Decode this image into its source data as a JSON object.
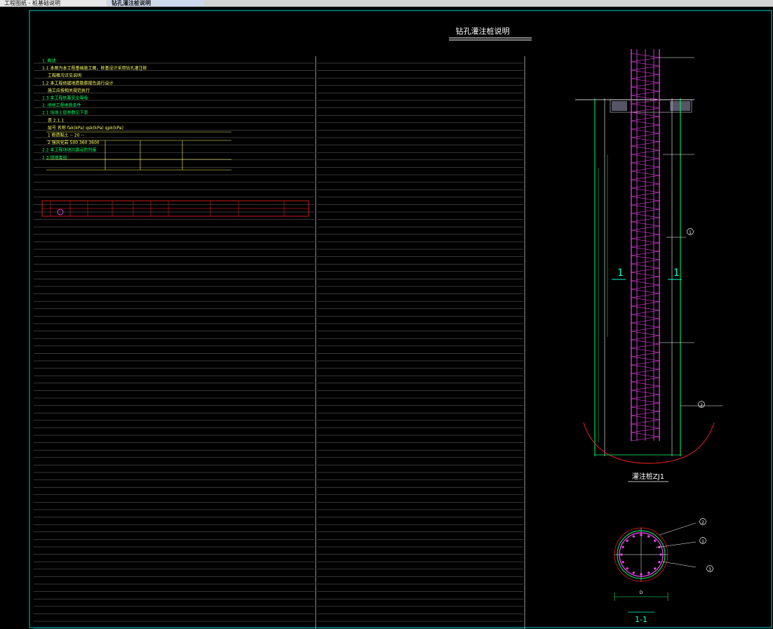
{
  "tabs": [
    {
      "label": "工程图纸 - 桩基础说明"
    },
    {
      "label": "钻孔灌注桩说明"
    }
  ],
  "drawing": {
    "title": "钻孔灌注桩说明",
    "sections": [
      {
        "color": "#00ff66",
        "text": "1. 概述"
      },
      {
        "color": "#ffff66",
        "text": "1.1 本图为本工程基础施工图，桩基设计采用钻孔灌注桩"
      },
      {
        "color": "#ffff66",
        "text": "工程概况详见说明"
      },
      {
        "color": "#ffff66",
        "text": "1.2 本工程依据地质勘察报告进行设计"
      },
      {
        "color": "#ffff66",
        "text": "施工应按相关规范执行"
      },
      {
        "color": "#00ff66",
        "text": "1.3 本工程桩基安全等级"
      },
      {
        "color": "#00ff66",
        "text": "2. 场地工程地质条件"
      },
      {
        "color": "#00ff66",
        "text": "2.1 场地土层参数见下表"
      },
      {
        "color": "#ffff66",
        "text": "表 2.1.1"
      },
      {
        "color": "#ffff66",
        "text": "层号  名称  fak(kPa)  qsk(kPa)  qpk(kPa)"
      },
      {
        "color": "#ffff66",
        "text": "1  粉质黏土  --  20  --"
      },
      {
        "color": "#ffff66",
        "text": "2  强风化岩  500  360  3600"
      },
      {
        "color": "#00ff66",
        "text": "2.2 本工程场地抗震设防烈度"
      },
      {
        "color": "#00ff66",
        "text": "2.3 场地类别"
      }
    ],
    "legend": {
      "section_label": "1",
      "section_label_right": "1",
      "pile_name": "灌注桩ZJ1",
      "section_name": "1-1"
    },
    "callouts": [
      {
        "label": "1"
      },
      {
        "label": "2"
      },
      {
        "label": "3"
      }
    ],
    "dims": {
      "d": "D"
    }
  }
}
